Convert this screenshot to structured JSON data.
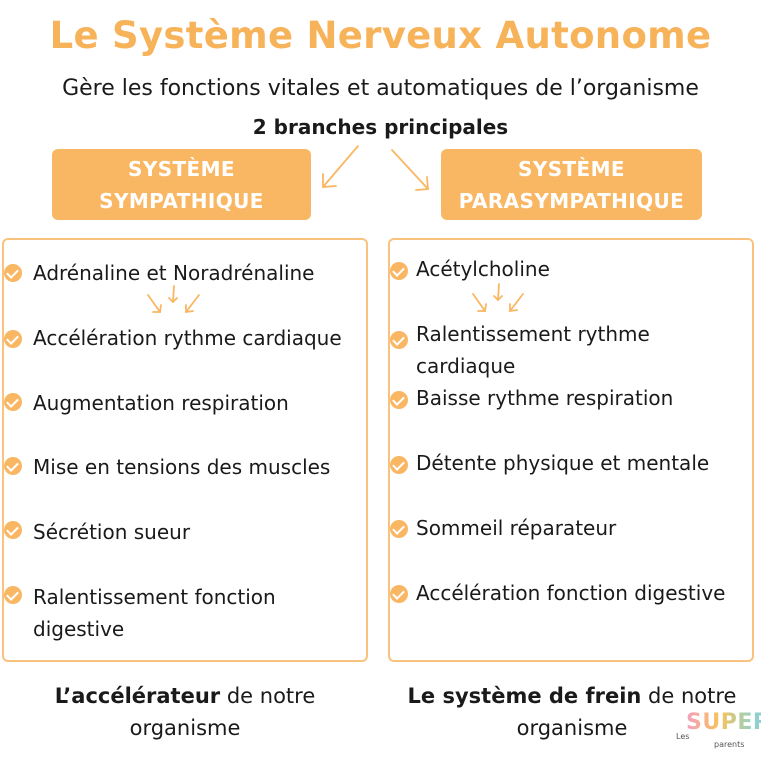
{
  "title": "Le Système Nerveux Autonome",
  "subtitle": "Gère les fonctions vitales et automatiques de l’organisme",
  "branches_label": "2 branches principales",
  "sympathique": {
    "header_line1": "SYSTÈME",
    "header_line2": "SYMPATHIQUE",
    "items": [
      "Adrénaline et Noradrénaline",
      "Accélération rythme cardiaque",
      "Augmentation respiration",
      "Mise en tensions des muscles",
      "Sécrétion sueur",
      "Ralentissement fonction",
      "digestive"
    ],
    "footer_bold": "L’accélérateur",
    "footer_rest": " de notre",
    "footer_line2": "organisme"
  },
  "parasympathique": {
    "header_line1": "SYSTÈME",
    "header_line2": "PARASYMPATHIQUE",
    "items": [
      "Acétylcholine",
      "Ralentissement rythme",
      "cardiaque",
      "Baisse rythme respiration",
      "Détente physique et mentale",
      "Sommeil réparateur",
      "Accélération fonction digestive"
    ],
    "footer_bold": "Le système de frein",
    "footer_rest": " de notre",
    "footer_line2": "organisme"
  },
  "logo": {
    "les": "Les",
    "supers": "SUPERS",
    "parents": "parents"
  },
  "colors": {
    "accent": "#f9b763",
    "title": "#f7b35a",
    "panel_border": "#f9c27f"
  }
}
